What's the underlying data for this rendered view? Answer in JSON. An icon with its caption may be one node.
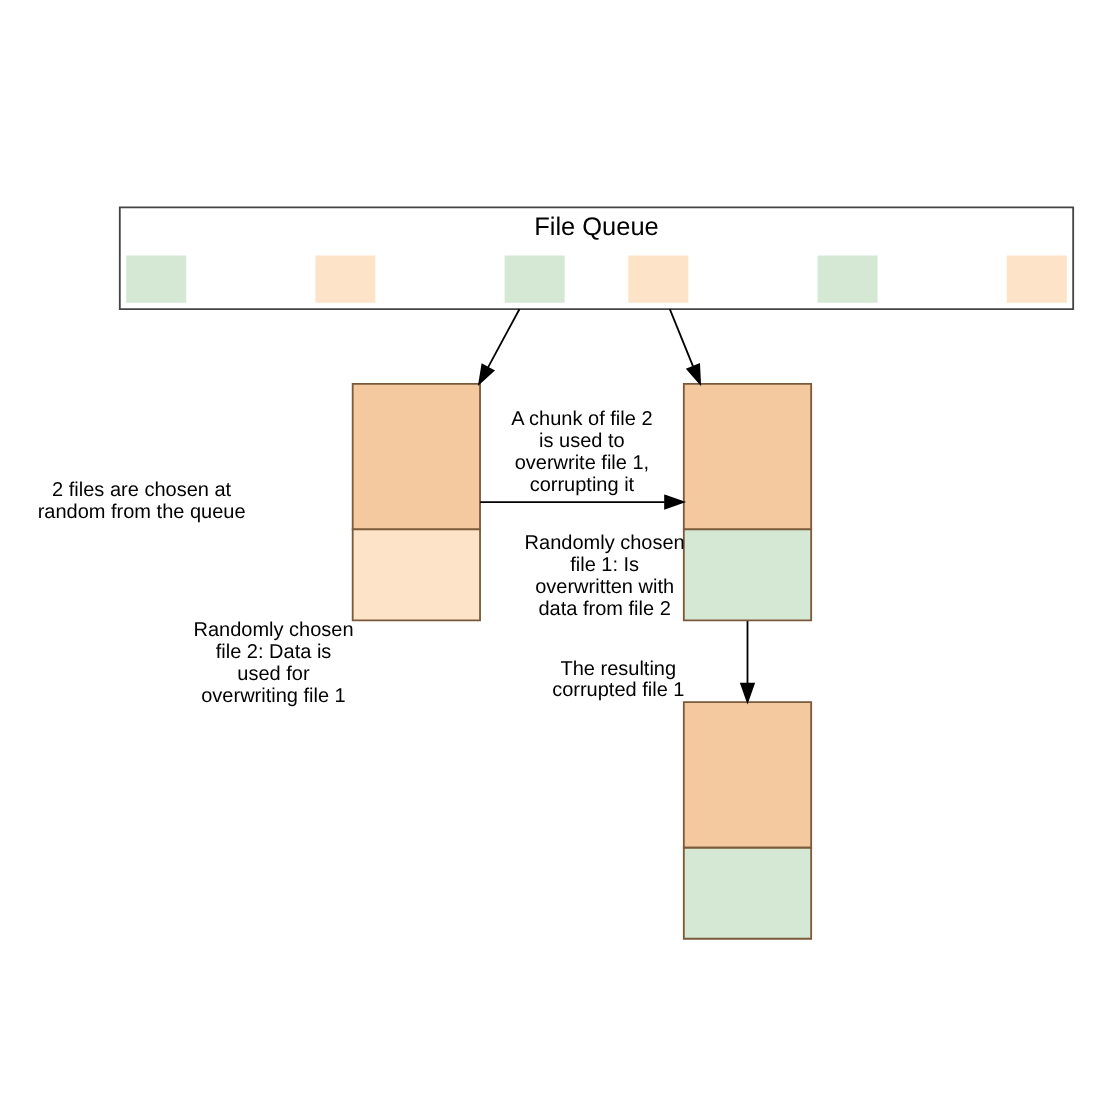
{
  "diagram": {
    "nodes": [
      {
        "text": [
          "File Queue"
        ]
      },
      {
        "text": [],
        "shape": "box",
        "in": 0
      },
      {
        "text": [],
        "shape": "box",
        "in": 0
      },
      {
        "text": [],
        "shape": "box",
        "in": 0
      },
      {
        "text": [],
        "shape": "box",
        "in": 0
      },
      {
        "text": [],
        "shape": "box",
        "in": 0
      },
      {
        "text": [],
        "shape": "box",
        "in": 0
      },
      {
        "text": [],
        "shape": "box",
        "beside": [
          "Randomly chosen file 1: Is overwritten with data from file 2"
        ]
      },
      {
        "text": [],
        "shape": "box",
        "beside": [
          "Randomly chosen file 2: Data is used for overwriting file 1"
        ]
      },
      {
        "text": [],
        "shape": "box",
        "beside": [
          "The resulting corrupted file 1"
        ]
      }
    ],
    "edges": [
      {
        "from": 0,
        "to": 7,
        "arrow": "to"
      },
      {
        "from": 0,
        "to": 8,
        "arrow": "to"
      },
      {
        "from": 8,
        "to": 7,
        "arrow": "to",
        "label": "A chunk of file 2 is used to overwrite file 1, corrupting it"
      },
      {
        "from": 7,
        "to": 9,
        "arrow": "to"
      }
    ],
    "labels": [
      "2 files are chosen at random from the queue"
    ]
  }
}
